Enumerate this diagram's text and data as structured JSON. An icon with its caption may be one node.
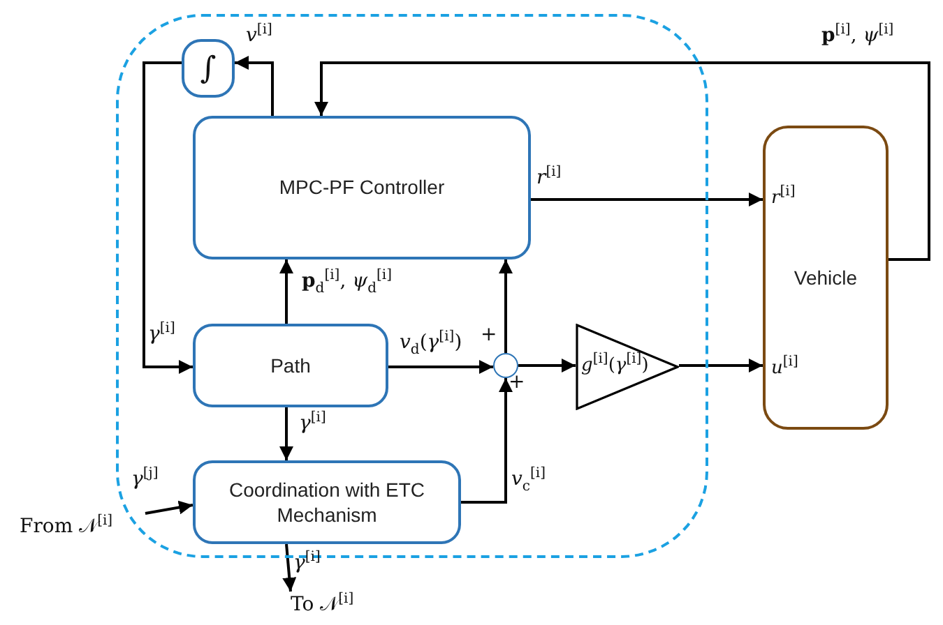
{
  "diagram": {
    "nodes": [
      {
        "text": [],
        "shape": "box"
      },
      {
        "text": [
          "∫"
        ],
        "in": 0
      },
      {
        "text": [
          "MPC-PF Controller"
        ],
        "in": 0
      },
      {
        "text": [
          "Path"
        ],
        "in": 0
      },
      {
        "text": [
          "Coordination with ETC Mechanism"
        ],
        "in": 0
      },
      {
        "text": [],
        "shape": "circle",
        "in": 0,
        "beside": [
          "+",
          "+"
        ]
      },
      {
        "text": [
          "*g*$^{[i]}$(*γ*$^{[i]}$)"
        ],
        "in": 0
      },
      {
        "text": [
          "*r*$^{[i]}$",
          "Vehicle",
          "*u*$^{[i]}$"
        ]
      },
      {
        "text": [
          "From 𝒩$^{[i]}$"
        ]
      },
      {
        "text": [
          "To 𝒩$^{[i]}$"
        ]
      }
    ],
    "edges": [
      {
        "from": 2,
        "to": 1,
        "arrow": "to",
        "label": "*v*$^{[i]}$"
      },
      {
        "from": 1,
        "to": 3,
        "arrow": "to",
        "label": "*γ*$^{[i]}$"
      },
      {
        "from": 7,
        "to": 2,
        "arrow": "to",
        "label": "**p**$^{[i]}$, *ψ*$^{[i]}$"
      },
      {
        "from": 2,
        "to": 7,
        "arrow": "to",
        "label": "*r*$^{[i]}$"
      },
      {
        "from": 3,
        "to": 2,
        "arrow": "to",
        "label": "**p**$_{d}$$^{[i]}$, *ψ*$_{d}$$^{[i]}$"
      },
      {
        "from": 3,
        "to": 5,
        "arrow": "to",
        "label": "*v*$_{d}$(*γ*$^{[i]}$)"
      },
      {
        "from": 3,
        "to": 4,
        "arrow": "to",
        "label": "*γ*$^{[i]}$"
      },
      {
        "from": 5,
        "to": 2,
        "arrow": "to"
      },
      {
        "from": 5,
        "to": 6,
        "arrow": "to"
      },
      {
        "from": 6,
        "to": 7,
        "arrow": "to"
      },
      {
        "from": 4,
        "to": 5,
        "arrow": "to",
        "label": "*v*$_{c}$$^{[i]}$"
      },
      {
        "from": 8,
        "to": 4,
        "arrow": "to",
        "label": "*γ*$^{[j]}$"
      },
      {
        "from": 4,
        "to": 9,
        "arrow": "to",
        "label": "*γ*$^{[i]}$"
      }
    ]
  }
}
